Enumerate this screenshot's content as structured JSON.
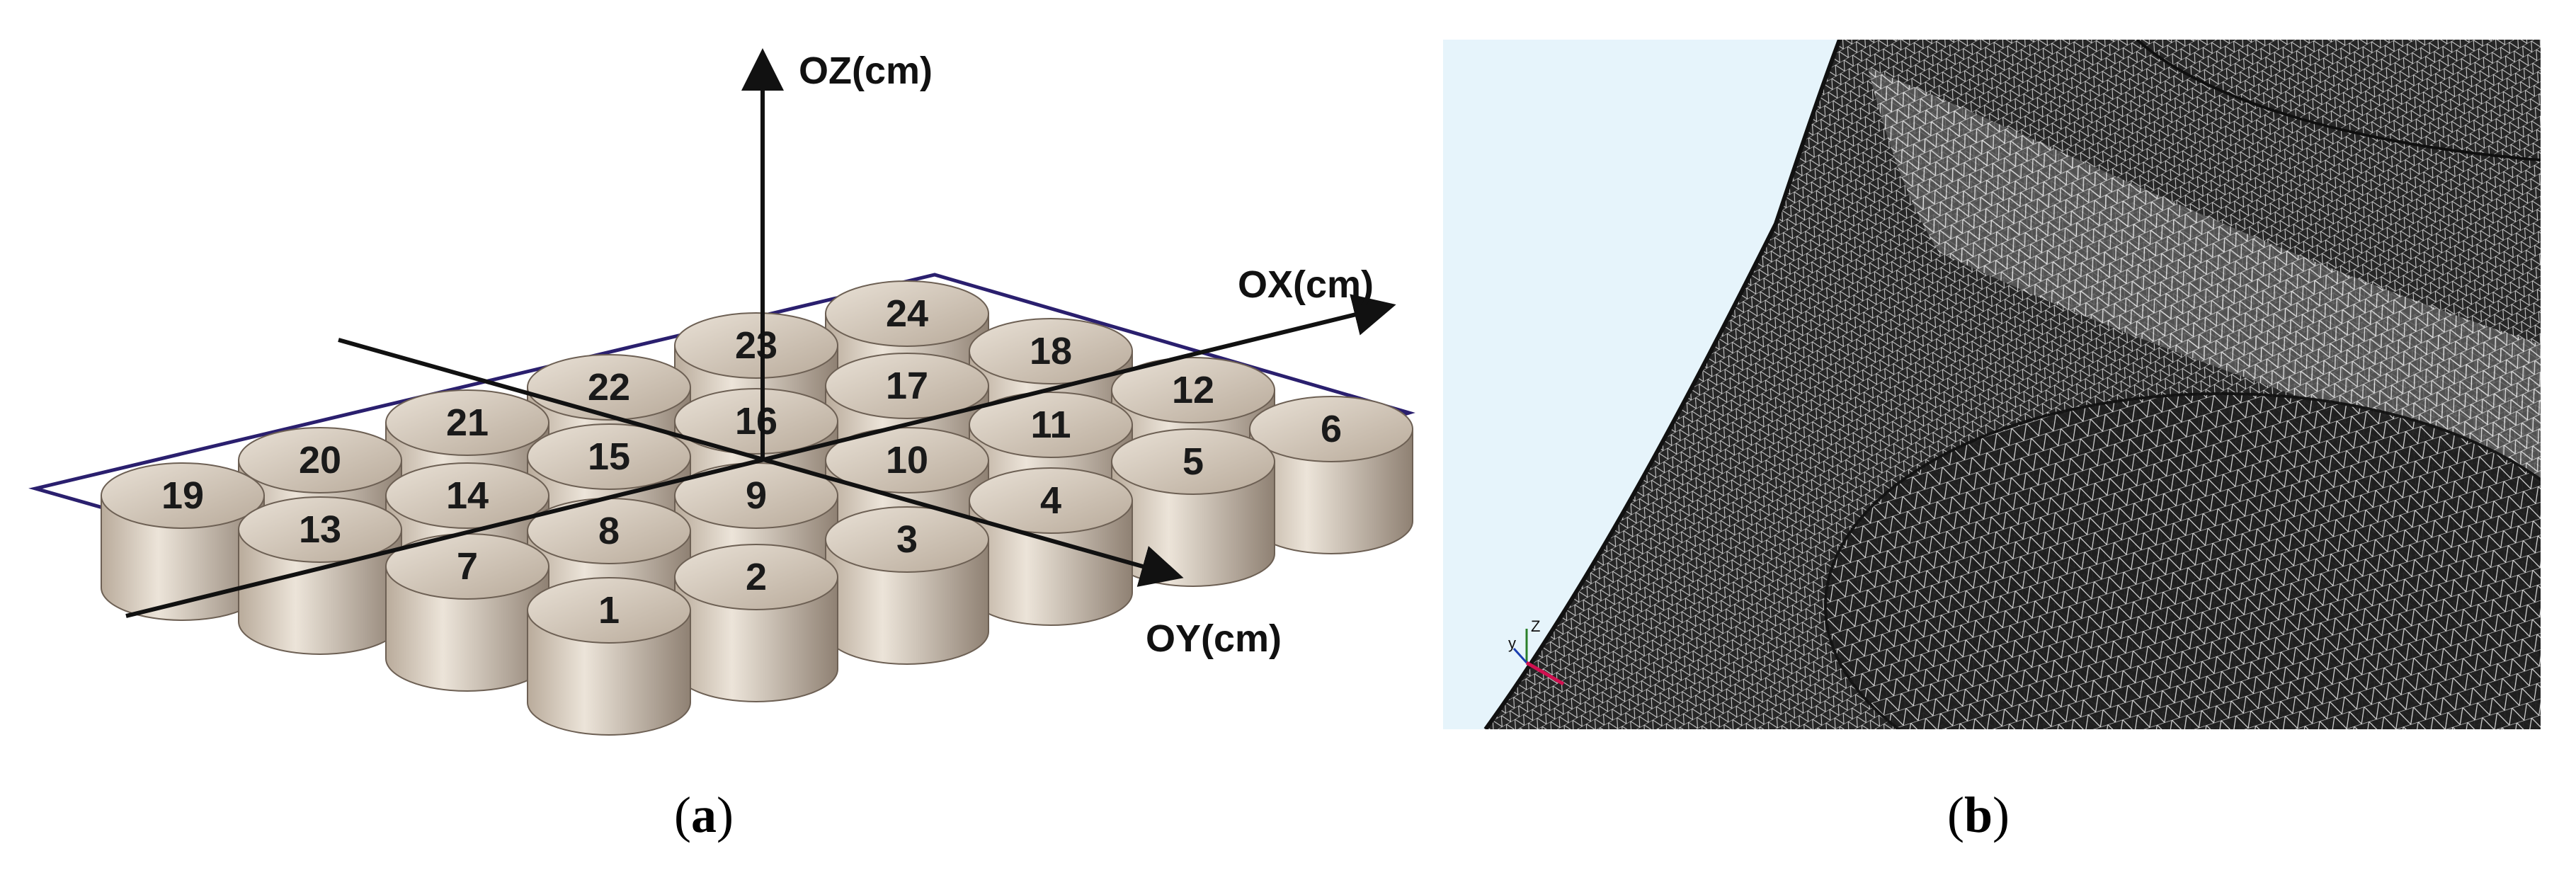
{
  "panel_a": {
    "axes": {
      "oz": "OZ(cm)",
      "ox": "OX(cm)",
      "oy": "OY(cm)"
    },
    "cylinder_labels": [
      "1",
      "2",
      "3",
      "4",
      "5",
      "6",
      "7",
      "8",
      "9",
      "10",
      "11",
      "12",
      "13",
      "14",
      "15",
      "16",
      "17",
      "18",
      "19",
      "20",
      "21",
      "22",
      "23",
      "24"
    ],
    "colors": {
      "cylinder_side": "#c9bdb0",
      "cylinder_top": "#d8cdbf",
      "plane_outline": "#2a1f6e",
      "axis": "#111111"
    },
    "caption": "a"
  },
  "panel_b": {
    "description_icon": "mesh-image",
    "triad_labels": {
      "z": "Z",
      "y": "y"
    },
    "colors": {
      "background": "#e6f4fb",
      "mesh_fill": "#2b2b2b",
      "mesh_line": "#ffffff"
    },
    "caption": "b"
  }
}
